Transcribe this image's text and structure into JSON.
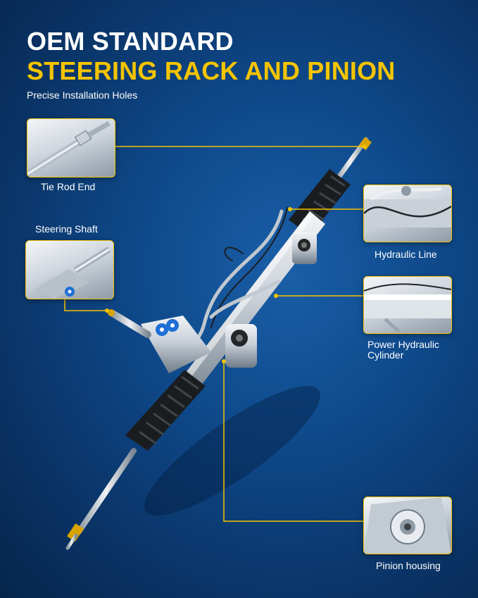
{
  "header": {
    "title_line1": "OEM STANDARD",
    "title_line2": "STEERING RACK AND PINION",
    "subtitle": "Precise Installation Holes"
  },
  "callouts": {
    "tie_rod_end": "Tie Rod End",
    "steering_shaft": "Steering Shaft",
    "hydraulic_line": "Hydraulic Line",
    "power_hydraulic_cylinder_1": "Power Hydraulic",
    "power_hydraulic_cylinder_2": "Cylinder",
    "pinion_housing": "Pinion housing"
  },
  "colors": {
    "accent": "#f5c400",
    "background": "#0f4a8c",
    "text": "#ffffff"
  }
}
